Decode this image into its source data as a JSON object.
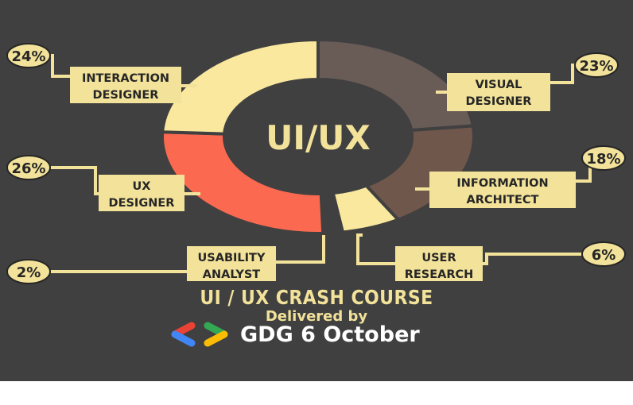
{
  "chart_data": {
    "type": "donut",
    "title": "UI/UX",
    "series": [
      {
        "name": "VISUAL DESIGNER",
        "label_lines": [
          "VISUAL",
          "DESIGNER"
        ],
        "value": 23,
        "percent_label": "23%",
        "color": "#695c57"
      },
      {
        "name": "INFORMATION ARCHITECT",
        "label_lines": [
          "INFORMATION",
          "ARCHITECT"
        ],
        "value": 18,
        "percent_label": "18%",
        "color": "#6f574c"
      },
      {
        "name": "USER RESEARCH",
        "label_lines": [
          "USER",
          "RESEARCH"
        ],
        "value": 6,
        "percent_label": "6%",
        "color": "#f9e89e"
      },
      {
        "name": "USABILITY ANALYST",
        "label_lines": [
          "USABILITY",
          "ANALYST"
        ],
        "value": 2,
        "percent_label": "2%",
        "color": "#404040"
      },
      {
        "name": "UX DESIGNER",
        "label_lines": [
          "UX",
          "DESIGNER"
        ],
        "value": 26,
        "percent_label": "26%",
        "color": "#fb6a50"
      },
      {
        "name": "INTERACTION DESIGNER",
        "label_lines": [
          "INTERACTION",
          "DESIGNER"
        ],
        "value": 24,
        "percent_label": "24%",
        "color": "#f9e89e"
      }
    ]
  },
  "footer": {
    "course_title": "UI / UX CRASH COURSE",
    "delivered_by": "Delivered by",
    "brand_name": "GDG 6 October",
    "logo_colors": {
      "red": "#ea4335",
      "blue": "#4285f4",
      "green": "#34a853",
      "yellow": "#fbbc04"
    }
  },
  "colors": {
    "background": "#404040",
    "label_bg": "#f2e29a",
    "text_dark": "#262626",
    "accent": "#f2e29a"
  }
}
